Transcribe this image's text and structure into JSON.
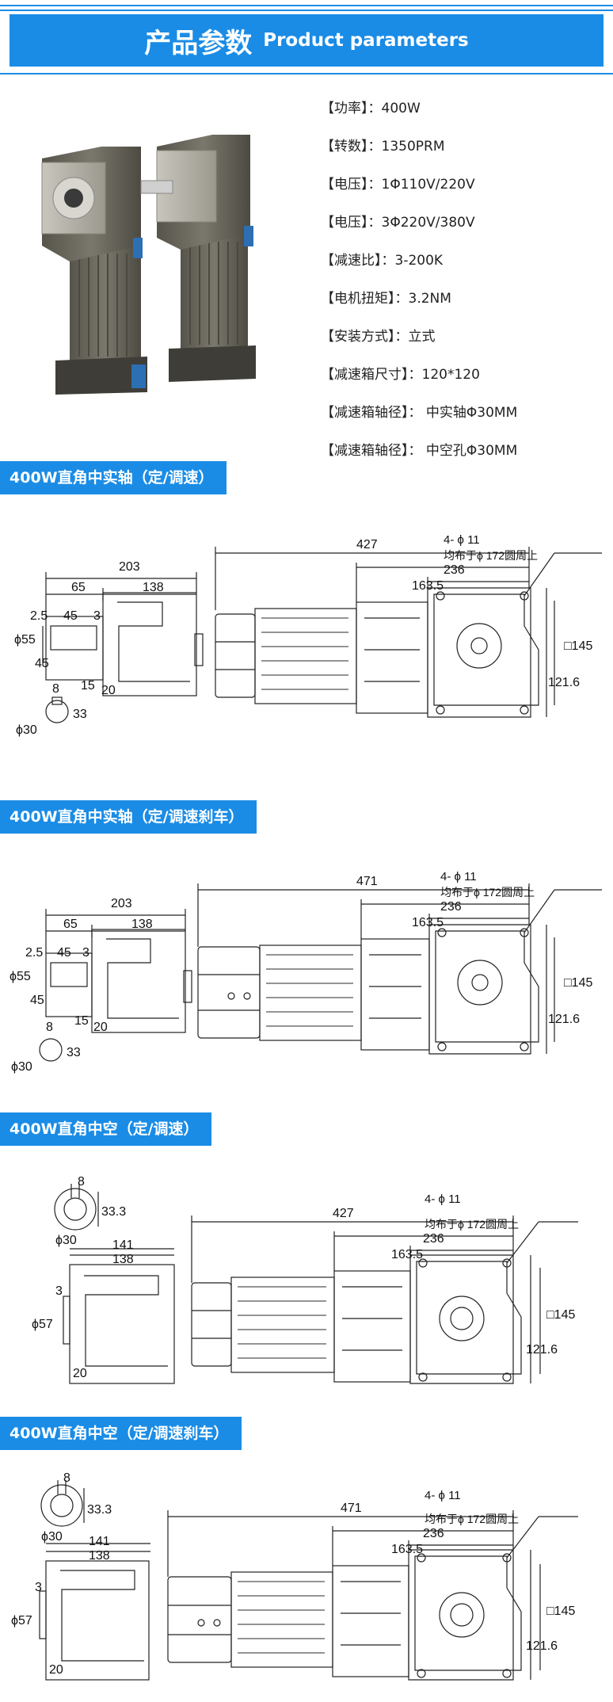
{
  "header": {
    "title_cn": "产品参数",
    "title_en": "Product parameters"
  },
  "params": [
    "【功率】：400W",
    "【转数】：1350PRM",
    "【电压】：1Φ110V/220V",
    "【电压】：3Φ220V/380V",
    "【减速比】：3-200K",
    "【电机扭矩】：3.2NM",
    "【安装方式】：立式",
    "【减速箱尺寸】：120*120",
    "【减速箱轴径】： 中实轴Φ30MM",
    "【减速箱轴径】： 中空孔Φ30MM"
  ],
  "sections": [
    {
      "label": "400W直角中实轴（定/调速）",
      "dims": {
        "side_total": "203",
        "side_a": "65",
        "side_b": "138",
        "gap1": "2.5",
        "gap2": "45",
        "gap3": "3",
        "shaft_dia": "ϕ55",
        "key_len": "45",
        "w15": "15",
        "w20": "20",
        "key8": "8",
        "key33": "33",
        "shaft30": "ϕ30",
        "total": "427",
        "holes": "4- ϕ 11",
        "pcd": "均布于ϕ 172圆周上",
        "l236": "236",
        "l163": "163.5",
        "sq145": "□145",
        "h121": "121.6"
      }
    },
    {
      "label": "400W直角中实轴（定/调速刹车）",
      "dims": {
        "side_total": "203",
        "side_a": "65",
        "side_b": "138",
        "gap1": "2.5",
        "gap2": "45",
        "gap3": "3",
        "shaft_dia": "ϕ55",
        "key_len": "45",
        "w15": "15",
        "w20": "20",
        "key8": "8",
        "key33": "33",
        "shaft30": "ϕ30",
        "total": "471",
        "holes": "4- ϕ 11",
        "pcd": "均布于ϕ 172圆周上",
        "l236": "236",
        "l163": "163.5",
        "sq145": "□145",
        "h121": "121.6"
      }
    },
    {
      "label": "400W直角中空（定/调速）",
      "dims": {
        "key8": "8",
        "key33": "33.3",
        "shaft30": "ϕ30",
        "side_total": "141",
        "side_b": "138",
        "gap3": "3",
        "bore": "ϕ57",
        "w20": "20",
        "total": "427",
        "holes": "4- ϕ 11",
        "pcd": "均布于ϕ 172圆周上",
        "l236": "236",
        "l163": "163.5",
        "sq145": "□145",
        "h121": "121.6"
      }
    },
    {
      "label": "400W直角中空（定/调速刹车）",
      "dims": {
        "key8": "8",
        "key33": "33.3",
        "shaft30": "ϕ30",
        "side_total": "141",
        "side_b": "138",
        "gap3": "3",
        "bore": "ϕ57",
        "w20": "20",
        "total": "471",
        "holes": "4- ϕ 11",
        "pcd": "均布于ϕ 172圆周上",
        "l236": "236",
        "l163": "163.5",
        "sq145": "□145",
        "h121": "121.6"
      }
    }
  ],
  "colors": {
    "accent": "#1a8ce6",
    "motor_body": "#6d6a60",
    "gearbox_cap": "#b9b6ac"
  }
}
